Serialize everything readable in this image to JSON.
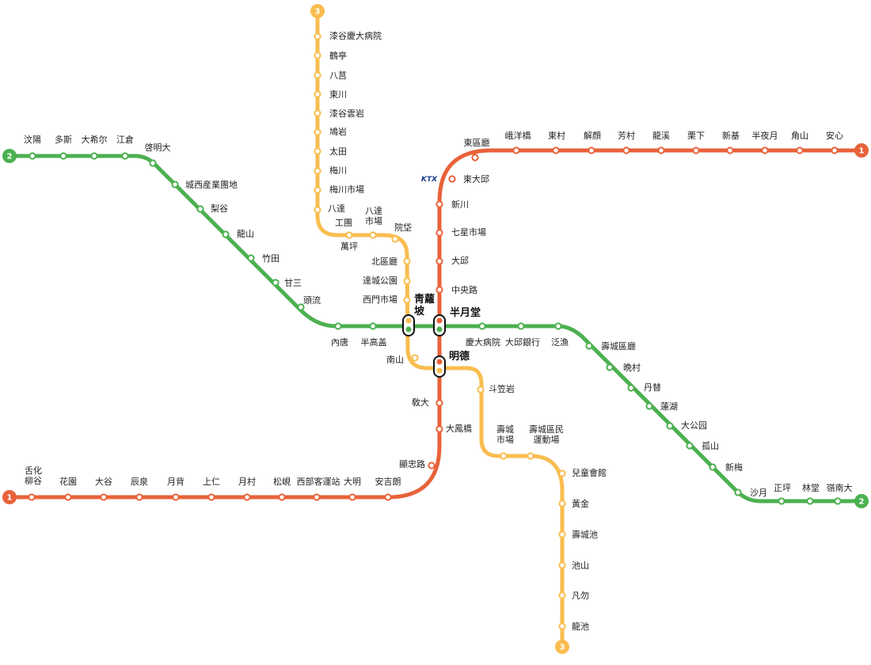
{
  "lines": [
    {
      "id": "1",
      "color": "#e8623a"
    },
    {
      "id": "2",
      "color": "#4cb050"
    },
    {
      "id": "3",
      "color": "#f9bd4f"
    }
  ],
  "stations": {
    "line1": [
      "舌化\n柳谷",
      "花園",
      "大谷",
      "辰泉",
      "月背",
      "上仁",
      "月村",
      "松峴",
      "西部客運站",
      "大明",
      "安吉朗",
      "顯忠路",
      "大鳳橋",
      "敎大",
      "明德",
      "半月堂",
      "中央路",
      "大邱",
      "七星市場",
      "新川",
      "東大邱",
      "東區廳",
      "峨洋橋",
      "東村",
      "解顔",
      "芳村",
      "龍溪",
      "栗下",
      "新基",
      "半夜月",
      "角山",
      "安心"
    ],
    "line2": [
      "汶陽",
      "多斯",
      "大希尔",
      "江倉",
      "啓明大",
      "城西産業團地",
      "梨谷",
      "龍山",
      "竹田",
      "甘三",
      "頭流",
      "內唐",
      "半高盖",
      "靑蘿坡",
      "半月堂",
      "慶大病院",
      "大邱銀行",
      "泛漁",
      "壽城區廳",
      "晩村",
      "丹替",
      "蓮湖",
      "大公园",
      "孤山",
      "新梅",
      "沙月",
      "正坪",
      "林堂",
      "嶺南大"
    ],
    "line3": [
      "漆谷慶大病院",
      "鶴亭",
      "八莒",
      "東川",
      "漆谷雲岩",
      "鳩岩",
      "太田",
      "梅川",
      "梅川市場",
      "八達",
      "工團",
      "萬坪",
      "八達\n市場",
      "院垈",
      "北區廳",
      "達城公園",
      "西門市場",
      "靑蘿坡",
      "南山",
      "明德",
      "斗笠岩",
      "壽城\n市場",
      "壽城區民\n運動場",
      "兒童會館",
      "黃金",
      "壽城池",
      "池山",
      "凡勿",
      "龍池"
    ]
  },
  "transfer": {
    "cheongna": "靑蘿\n坡",
    "banwoldang": "半月堂",
    "myeongdeok": "明德"
  },
  "ktx_label": "KTX"
}
